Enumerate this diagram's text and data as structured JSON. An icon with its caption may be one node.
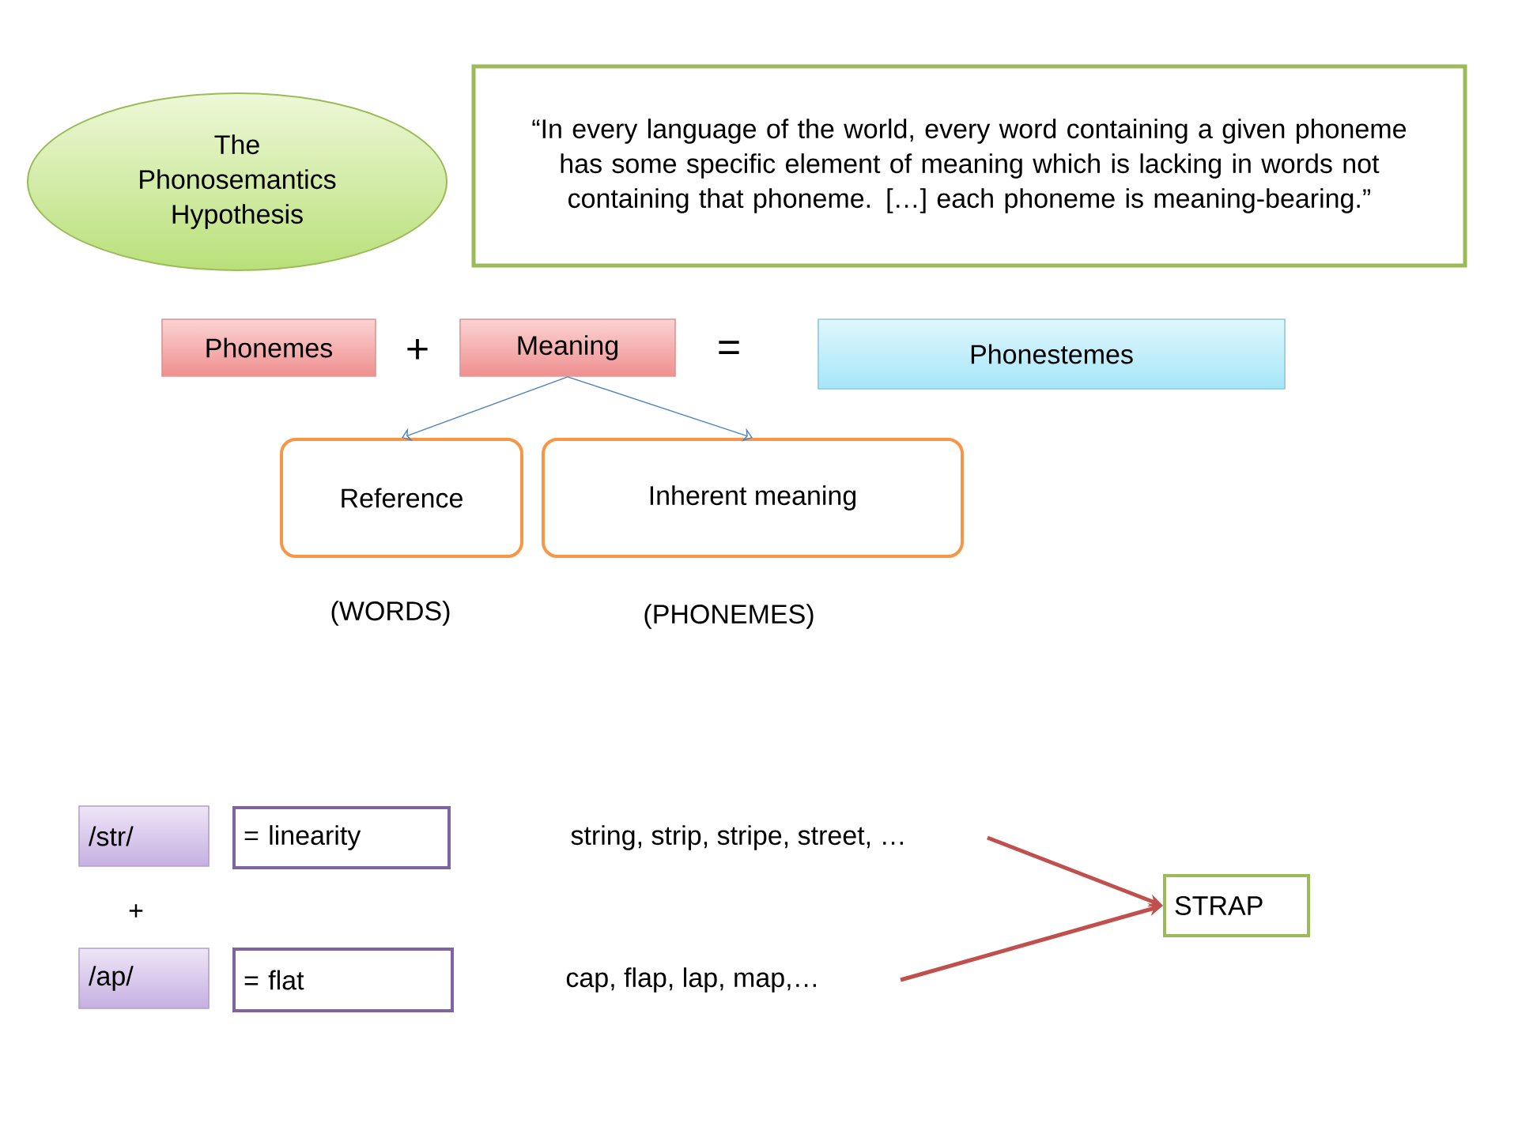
{
  "diagram": {
    "nodes": [
      {
        "text": [
          "The Phonosemantics Hypothesis"
        ]
      },
      {
        "text": [
          "“In every language of the world, every word containing a given phoneme has some specific element of meaning  which is lacking in words not containing that phoneme. […] each phoneme is meaning-bearing.”"
        ]
      },
      {
        "text": [
          "Phonemes"
        ]
      },
      {
        "text": [
          "Meaning"
        ]
      },
      {
        "text": [
          "Phonestemes"
        ]
      },
      {
        "text": [
          "Reference"
        ],
        "beside": [
          "(WORDS)"
        ]
      },
      {
        "text": [
          "Inherent meaning"
        ],
        "beside": [
          "(PHONEMES)"
        ]
      },
      {
        "text": [
          "/str/"
        ]
      },
      {
        "text": [
          "= linearity"
        ]
      },
      {
        "text": [
          "string, strip, stripe, street, …"
        ]
      },
      {
        "text": [
          "/ap/"
        ]
      },
      {
        "text": [
          "= flat"
        ]
      },
      {
        "text": [
          "cap, flap, lap, map,…"
        ]
      },
      {
        "text": [
          "STRAP"
        ]
      }
    ],
    "edges": [
      {
        "from": 3,
        "to": 5,
        "arrow": "to"
      },
      {
        "from": 3,
        "to": 6,
        "arrow": "to"
      },
      {
        "from": 9,
        "to": 13,
        "arrow": "to",
        "style": "thick",
        "color": "#c0504d"
      },
      {
        "from": 12,
        "to": 13,
        "arrow": "to",
        "style": "thick",
        "color": "#c0504d"
      }
    ],
    "labels": [
      "+",
      "=",
      "+"
    ]
  }
}
